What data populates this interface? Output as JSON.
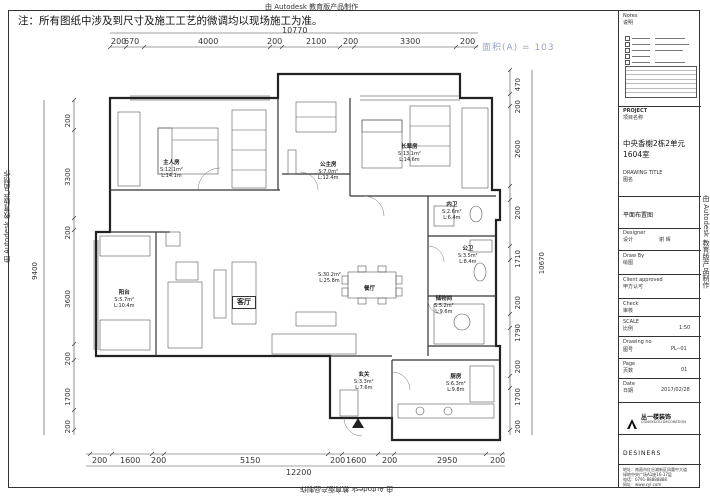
{
  "watermark": {
    "text": "由 Autodesk 教育版产品制作"
  },
  "top_note": "注：所有图纸中涉及到尺寸及施工工艺的微调均以现场施工为准。",
  "area_label": "面积(A) = 103",
  "dimensions": {
    "top_total": "10770",
    "top_segments": [
      "200",
      "670",
      "4000",
      "200",
      "2100",
      "200",
      "3300",
      "200"
    ],
    "bottom_total": "12200",
    "bottom_segments": [
      "200",
      "1600",
      "200",
      "5150",
      "200",
      "1600",
      "200",
      "2950",
      "200"
    ],
    "left_total": "9400",
    "left_segments": [
      "200",
      "3300",
      "200",
      "3600",
      "200",
      "1700",
      "200"
    ],
    "right_total": "10670",
    "right_segments": [
      "470",
      "200",
      "2600",
      "200",
      "1710",
      "200",
      "1790",
      "200",
      "1700",
      "200"
    ]
  },
  "rooms": {
    "master_bedroom": {
      "name": "主人房",
      "area": "S:12.1m²",
      "perimeter": "L:14.1m"
    },
    "public_bathroom_top": {
      "name": "公主房",
      "area": "S:7.0m²",
      "perimeter": "L:12.4m"
    },
    "second_bedroom": {
      "name": "长辈房",
      "area": "S:13.1m²",
      "perimeter": "L:14.6m"
    },
    "inner_wc": {
      "name": "内卫",
      "area": "S:2.6m²",
      "perimeter": "L:6.4m"
    },
    "public_wc": {
      "name": "公卫",
      "area": "S:3.5m²",
      "perimeter": "L:8.4m"
    },
    "balcony": {
      "name": "阳台",
      "area": "S:5.7m²",
      "perimeter": "L:10.4m"
    },
    "living_room": {
      "name": "客厅",
      "area": "",
      "perimeter": ""
    },
    "dining": {
      "name": "餐厅",
      "area": "S:30.2m²",
      "perimeter": "L:25.8m"
    },
    "study": {
      "name": "储物间",
      "area": "S:5.2m²",
      "perimeter": "L:9.6m"
    },
    "entrance": {
      "name": "玄关",
      "area": "S:3.3m²",
      "perimeter": "L:7.6m"
    },
    "kitchen": {
      "name": "厨房",
      "area": "S:6.3m²",
      "perimeter": "L:9.8m"
    }
  },
  "title_block": {
    "notes_header": "Notes",
    "notes_sub": "说明",
    "project_label": "PROJECT",
    "project_sub": "项目名称",
    "project_name": "中央香榭2栋2单元1604室",
    "drawing_title_label": "DRAWING TITLE",
    "drawing_title_sub": "图名",
    "drawing_title": "平面布置图",
    "designer_label": "Designer",
    "designer_sub": "设计",
    "designer": "谢 晴",
    "drawn_label": "Draw By",
    "drawn_sub": "绘图",
    "approved_label": "Client approved",
    "approved_sub": "甲方认可",
    "check_label": "Check",
    "check_sub": "审核",
    "scale_label": "SCALE",
    "scale_sub": "比例",
    "scale": "1:50",
    "drawing_no_label": "Drawing no",
    "drawing_no_sub": "图号",
    "drawing_no": "PL--01",
    "page_label": "Page",
    "page_sub": "页数",
    "page": "01",
    "date_label": "Date",
    "date_sub": "日期",
    "date": "2017/02/28",
    "company_name": "丛一楼装饰",
    "company_en": "CONGYILOU DECORATION",
    "designers_text": "DESINERS",
    "address_1": "地址：南昌市红谷滩新区凤凰中大道",
    "address_2": "绿地中央广场A1座16-17层",
    "phone": "电话：0791-88888888",
    "website": "网址：www.cyl.com"
  }
}
